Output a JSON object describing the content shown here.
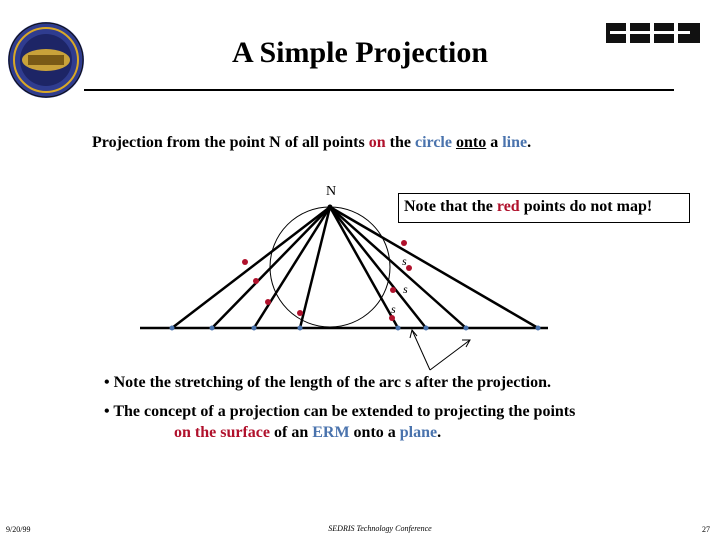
{
  "title": "A Simple Projection",
  "intro": {
    "part1": "Projection from the point N of all points ",
    "on": "on",
    "part2": " the ",
    "circle": "circle",
    "part3": " ",
    "onto": "onto",
    "part4": " a ",
    "line": "line",
    "part5": "."
  },
  "diagram": {
    "n_label": "N",
    "s_label": "s",
    "note": {
      "part1": "Note that the ",
      "red": "red",
      "part2": " points do not map!"
    }
  },
  "bullets": {
    "b1": "• Note the stretching of the length of the arc s after the projection.",
    "b2_line1": "• The concept of a projection can be extended to projecting the points",
    "b2_red": "on the surface",
    "b2_mid": " of an ",
    "b2_erm": "ERM",
    "b2_mid2": " onto a ",
    "b2_plane": "plane",
    "b2_end": "."
  },
  "footer": {
    "date": "9/20/99",
    "center": "SEDRIS Technology Conference",
    "page": "27"
  },
  "colors": {
    "red": "#b0112c",
    "blue": "#4a73ad"
  },
  "icons": {
    "left_logo": "sedris-seal-logo",
    "right_logo": "dmso-logo"
  }
}
